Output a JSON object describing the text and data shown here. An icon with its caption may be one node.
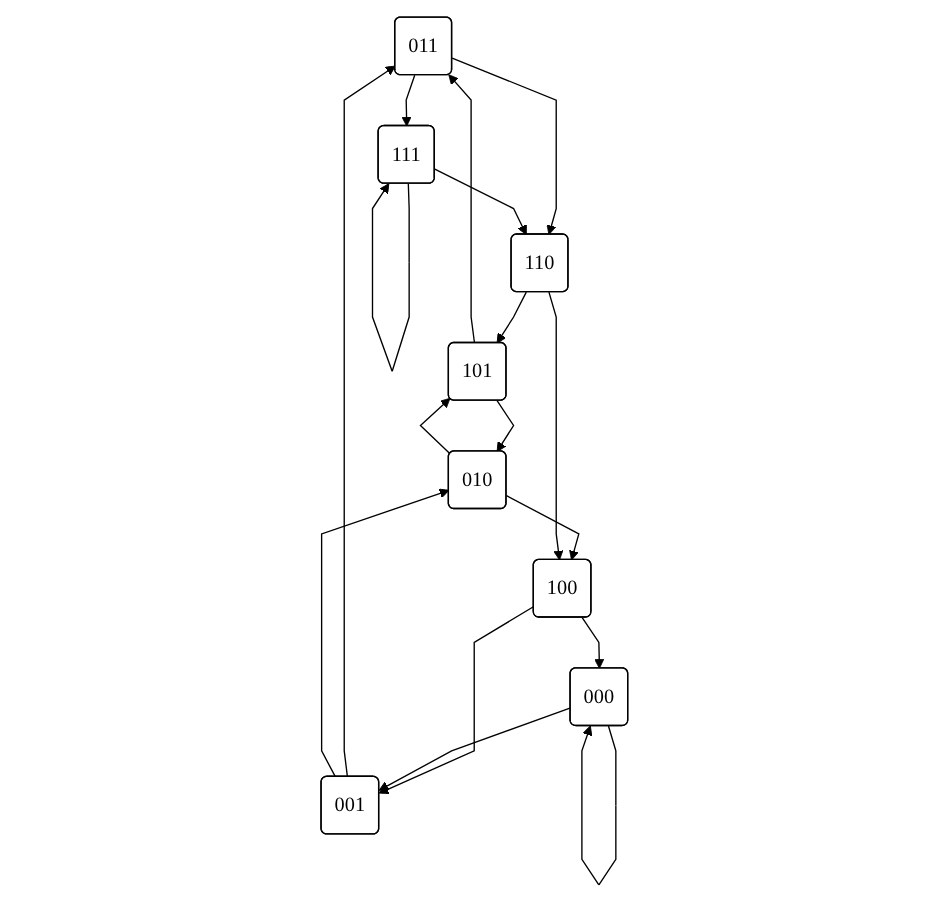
{
  "diagram": {
    "nodes": [
      {
        "text": [
          "011"
        ]
      },
      {
        "text": [
          "101"
        ]
      },
      {
        "text": [
          "111"
        ]
      },
      {
        "text": [
          "010"
        ]
      },
      {
        "text": [
          "110"
        ]
      },
      {
        "text": [
          "100"
        ]
      },
      {
        "text": [
          "001"
        ]
      },
      {
        "text": [
          "000"
        ]
      }
    ],
    "edges": [
      {
        "from": 1,
        "to": 0,
        "arrow": "to"
      },
      {
        "from": 0,
        "to": 2,
        "arrow": "to"
      },
      {
        "from": 2,
        "to": 2,
        "arrow": "to"
      },
      {
        "from": 0,
        "to": 4,
        "arrow": "to"
      },
      {
        "from": 2,
        "to": 4,
        "arrow": "to"
      },
      {
        "from": 4,
        "to": 1,
        "arrow": "to"
      },
      {
        "from": 1,
        "to": 3,
        "arrow": "to"
      },
      {
        "from": 3,
        "to": 1,
        "arrow": "to"
      },
      {
        "from": 3,
        "to": 5,
        "arrow": "to"
      },
      {
        "from": 4,
        "to": 5,
        "arrow": "to"
      },
      {
        "from": 5,
        "to": 6,
        "arrow": "to"
      },
      {
        "from": 5,
        "to": 7,
        "arrow": "to"
      },
      {
        "from": 7,
        "to": 7,
        "arrow": "to"
      },
      {
        "from": 7,
        "to": 6,
        "arrow": "to"
      },
      {
        "from": 6,
        "to": 0,
        "arrow": "to"
      },
      {
        "from": 6,
        "to": 3,
        "arrow": "to"
      }
    ]
  }
}
